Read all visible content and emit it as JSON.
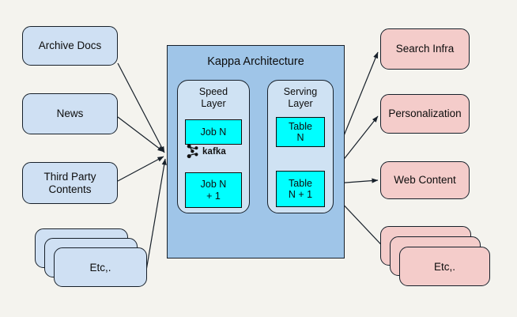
{
  "diagram": {
    "title": "Kappa Architecture",
    "background_color": "#f4f3ee",
    "source_color": "#cfe0f3",
    "sink_color": "#f4ccca",
    "kappa_color": "#9fc5e8",
    "layer_color": "#cfe2f3",
    "job_table_color": "#00ffff"
  },
  "sources": [
    {
      "label": "Archive Docs"
    },
    {
      "label": "News"
    },
    {
      "label": "Third Party\nContents"
    },
    {
      "label": "Etc,."
    }
  ],
  "kappa": {
    "title": "Kappa Architecture",
    "speed_layer": {
      "title": "Speed\nLayer",
      "jobs": [
        {
          "label": "Job N"
        },
        {
          "label": "Job N\n+ 1"
        }
      ],
      "broker": {
        "name": "kafka-logo",
        "wordmark": "kafka"
      }
    },
    "serving_layer": {
      "title": "Serving\nLayer",
      "tables": [
        {
          "label": "Table\nN"
        },
        {
          "label": "Table\nN + 1"
        }
      ]
    }
  },
  "sinks": [
    {
      "label": "Search Infra"
    },
    {
      "label": "Personalization"
    },
    {
      "label": "Web Content"
    },
    {
      "label": "Etc,."
    }
  ]
}
